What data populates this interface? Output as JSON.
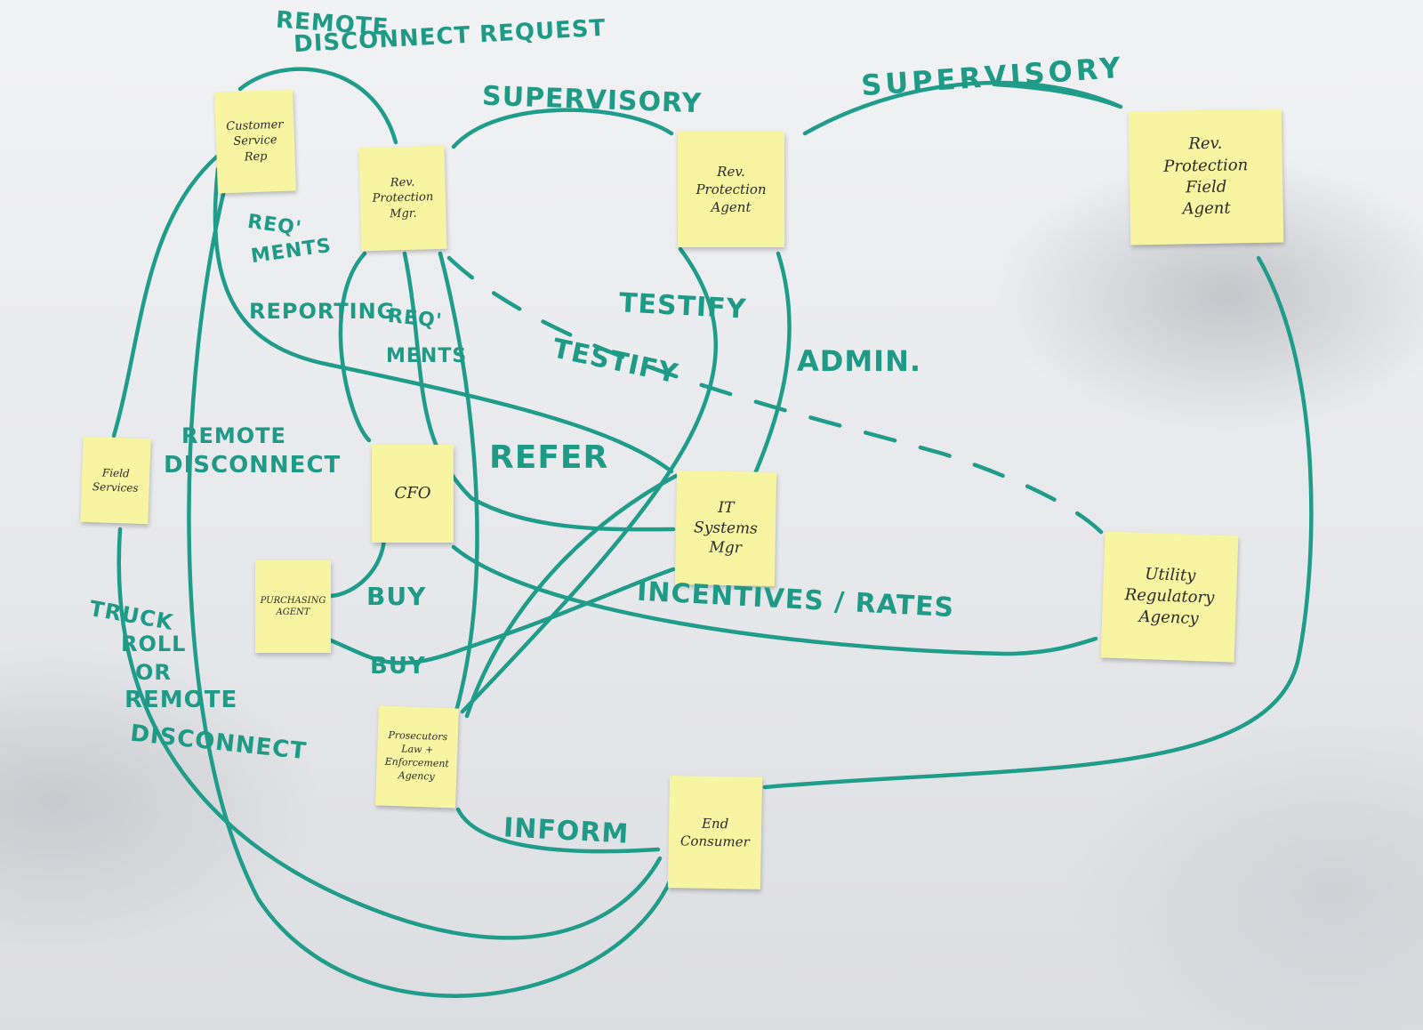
{
  "notes": {
    "customer_service_rep": [
      "Customer",
      "Service",
      "Rep"
    ],
    "rev_protection_mgr": [
      "Rev.",
      "Protection",
      "Mgr."
    ],
    "rev_protection_agent": [
      "Rev.",
      "Protection",
      "Agent"
    ],
    "rev_protection_field_agent": [
      "Rev.",
      "Protection",
      "Field",
      "Agent"
    ],
    "field_services": [
      "Field",
      "Services"
    ],
    "cfo": [
      "CFO"
    ],
    "it_systems_mgr": [
      "IT",
      "Systems",
      "Mgr"
    ],
    "utility_regulatory_agency": [
      "Utility",
      "Regulatory",
      "Agency"
    ],
    "purchasing_agent": [
      "PURCHASING",
      "AGENT"
    ],
    "prosecutors": [
      "Prosecutors",
      "Law +",
      "Enforcement",
      "Agency"
    ],
    "end_consumer": [
      "End",
      "Consumer"
    ]
  },
  "labels": {
    "remote_disconnect_request_1": "REMOTE",
    "remote_disconnect_request_2": "DISCONNECT REQUEST",
    "supervisory_left": "SUPERVISORY",
    "supervisory_right": "SUPERVISORY",
    "reqments_top_1": "REQ'",
    "reqments_top_2": "MENTS",
    "reporting": "REPORTING",
    "reqments_mid_1": "REQ'",
    "reqments_mid_2": "MENTS",
    "testify_upper": "TESTIFY",
    "testify_lower": "TESTIFY",
    "admin": "ADMIN.",
    "remote_disconnect_1": "REMOTE",
    "remote_disconnect_2": "DISCONNECT",
    "refer": "REFER",
    "buy_upper": "BUY",
    "buy_lower": "BUY",
    "incentives_rates": "INCENTIVES / RATES",
    "truck_roll_1": "TRUCK",
    "truck_roll_2": "ROLL",
    "truck_roll_3": "OR",
    "truck_roll_4": "REMOTE",
    "truck_roll_5": "DISCONNECT",
    "inform": "INFORM"
  },
  "colors": {
    "marker": "#1f9c8a",
    "note": "#f7f5a2",
    "board": "#eceef0"
  }
}
